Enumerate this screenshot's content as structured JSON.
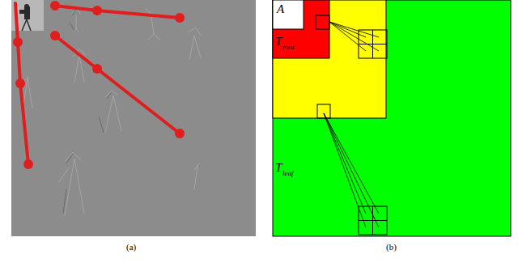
{
  "diagram": {
    "labels": [
      "A",
      "T",
      "root",
      "T",
      "leaf",
      "(a)",
      "(b)"
    ]
  }
}
